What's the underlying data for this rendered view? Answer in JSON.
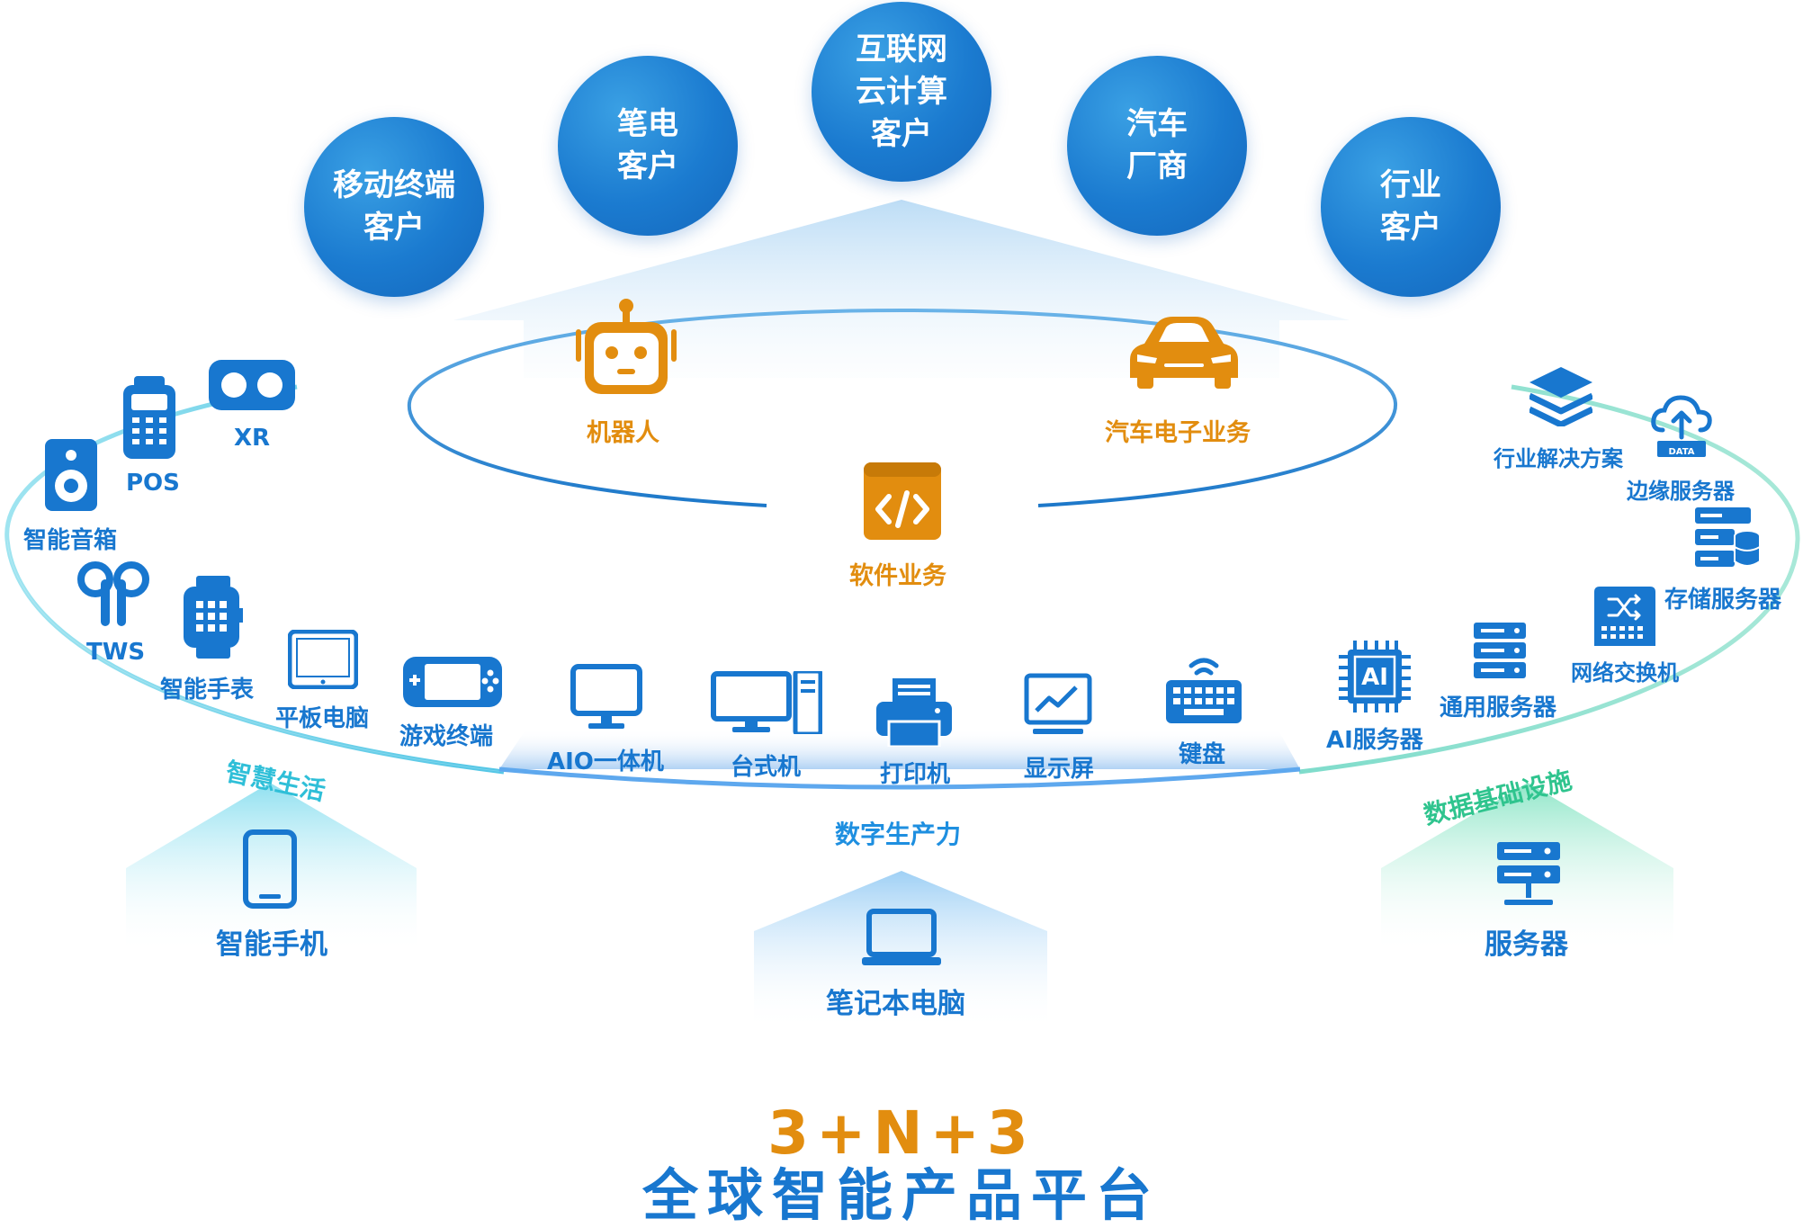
{
  "customers": [
    {
      "line1": "移动终端",
      "line2": "客户",
      "line3": ""
    },
    {
      "line1": "笔电",
      "line2": "客户",
      "line3": ""
    },
    {
      "line1": "互联网",
      "line2": "云计算",
      "line3": "客户"
    },
    {
      "line1": "汽车",
      "line2": "厂商",
      "line3": ""
    },
    {
      "line1": "行业",
      "line2": "客户",
      "line3": ""
    }
  ],
  "core": {
    "robot": "机器人",
    "auto": "汽车电子业务",
    "software": "软件业务"
  },
  "smart_life": {
    "title": "智慧生活",
    "items": [
      "XR",
      "POS",
      "智能音箱",
      "TWS",
      "智能手表",
      "平板电脑",
      "游戏终端"
    ]
  },
  "productivity": {
    "title": "数字生产力",
    "items": [
      "AIO一体机",
      "台式机",
      "打印机",
      "显示屏",
      "键盘"
    ]
  },
  "infrastructure": {
    "title": "数据基础设施",
    "items": [
      "行业解决方案",
      "边缘服务器",
      "存储服务器",
      "网络交换机",
      "通用服务器",
      "AI服务器"
    ],
    "data_badge": "DATA",
    "ai_badge": "AI"
  },
  "houses": [
    "智能手机",
    "笔记本电脑",
    "服务器"
  ],
  "headline": {
    "formula": "3+N+3",
    "title": "全球智能产品平台"
  },
  "colors": {
    "primary_blue": "#1877cf",
    "orange": "#e28d0f",
    "teal": "#2ec6b8",
    "cyan": "#3fb8d8"
  },
  "icons": [
    "vr-headset-icon",
    "pos-terminal-icon",
    "speaker-icon",
    "earbuds-icon",
    "smartwatch-icon",
    "tablet-icon",
    "gamepad-icon",
    "monitor-icon",
    "desktop-icon",
    "printer-icon",
    "display-chart-icon",
    "keyboard-icon",
    "layers-icon",
    "cloud-upload-icon",
    "storage-server-icon",
    "network-switch-icon",
    "server-icon",
    "ai-chip-icon",
    "robot-icon",
    "car-icon",
    "code-icon",
    "smartphone-icon",
    "laptop-icon"
  ]
}
